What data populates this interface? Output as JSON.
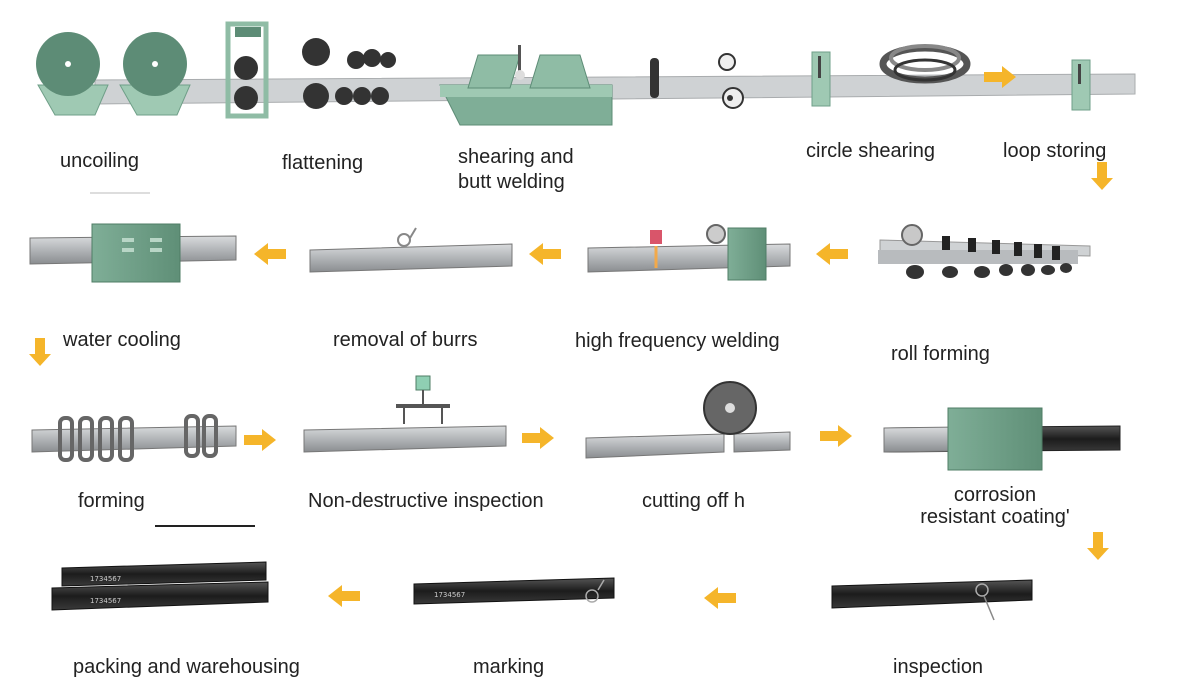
{
  "diagram": {
    "steps": [
      {
        "id": "uncoiling",
        "label": "uncoiling"
      },
      {
        "id": "flattening",
        "label": "flattening"
      },
      {
        "id": "shearing-butt-welding",
        "label_lines": [
          "shearing and",
          "butt welding"
        ]
      },
      {
        "id": "circle-shearing",
        "label": "circle shearing"
      },
      {
        "id": "loop-storing",
        "label": "loop storing"
      },
      {
        "id": "roll-forming",
        "label": "roll forming"
      },
      {
        "id": "high-frequency-welding",
        "label": "high frequency welding"
      },
      {
        "id": "removal-of-burrs",
        "label": "removal of burrs"
      },
      {
        "id": "water-cooling",
        "label": "water cooling"
      },
      {
        "id": "forming",
        "label": "forming"
      },
      {
        "id": "non-destructive-inspection",
        "label": "Non-destructive inspection"
      },
      {
        "id": "cutting-off",
        "label": "cutting off h"
      },
      {
        "id": "corrosion-resistant-coating",
        "label_lines": [
          "corrosion",
          "resistant coating'"
        ]
      },
      {
        "id": "inspection",
        "label": "inspection"
      },
      {
        "id": "marking",
        "label": "marking"
      },
      {
        "id": "packing-and-warehousing",
        "label": "packing and warehousing"
      }
    ],
    "flow_arrows": [
      "right",
      "down",
      "left",
      "left",
      "left",
      "down",
      "right",
      "right",
      "right",
      "down",
      "left",
      "left"
    ],
    "pipe_marking_text": "1734567",
    "colors": {
      "machine_green": "#6e9f86",
      "arrow": "#f5b52a",
      "steel": "#b9bcbf",
      "dark_steel": "#2b2b2b"
    }
  }
}
